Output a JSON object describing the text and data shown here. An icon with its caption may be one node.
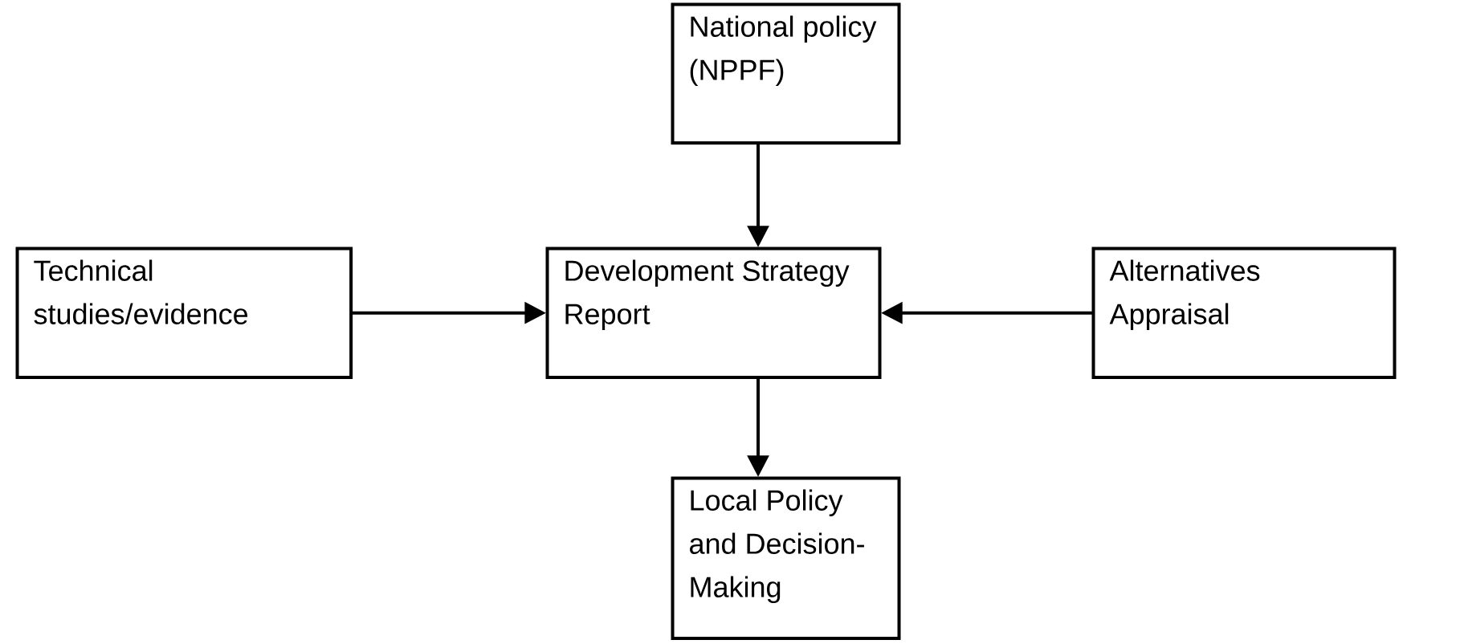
{
  "diagram": {
    "nodes": [
      {
        "text": [
          "National policy (NPPF)"
        ]
      },
      {
        "text": [
          "Technical studies/evidence"
        ]
      },
      {
        "text": [
          "Development Strategy Report"
        ]
      },
      {
        "text": [
          "Alternatives Appraisal"
        ]
      },
      {
        "text": [
          "Local Policy and Decision-Making"
        ]
      }
    ],
    "edges": [
      {
        "from": 0,
        "to": 2,
        "arrow": "to"
      },
      {
        "from": 1,
        "to": 2,
        "arrow": "to"
      },
      {
        "from": 3,
        "to": 2,
        "arrow": "to"
      },
      {
        "from": 2,
        "to": 4,
        "arrow": "to"
      }
    ]
  }
}
